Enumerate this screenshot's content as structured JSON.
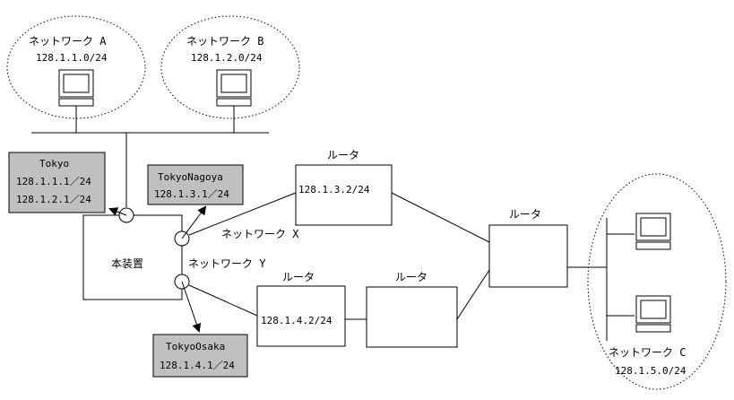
{
  "networks": {
    "a": {
      "name": "ネットワーク A",
      "subnet": "128.1.1.0/24"
    },
    "b": {
      "name": "ネットワーク B",
      "subnet": "128.1.2.0/24"
    },
    "c": {
      "name": "ネットワーク C",
      "subnet": "128.1.5.0/24"
    },
    "x": {
      "name": "ネットワーク X"
    },
    "y": {
      "name": "ネットワーク Y"
    }
  },
  "device": {
    "name": "本装置"
  },
  "interfaces": {
    "tokyo": {
      "title": "Tokyo",
      "ip1": "128.1.1.1／24",
      "ip2": "128.1.2.1／24"
    },
    "nagoya": {
      "title": "TokyoNagoya",
      "ip": "128.1.3.1／24"
    },
    "osaka": {
      "title": "TokyoOsaka",
      "ip": "128.1.4.1／24"
    }
  },
  "routers": {
    "r1": {
      "label": "ルータ",
      "ip": "128.1.3.2/24"
    },
    "r2": {
      "label": "ルータ"
    },
    "r3": {
      "label": "ルータ",
      "ip": "128.1.4.2/24"
    },
    "r4": {
      "label": "ルータ"
    }
  },
  "colors": {
    "gray_box": "#c0c0c0",
    "monitor_face": "#ffffff"
  }
}
